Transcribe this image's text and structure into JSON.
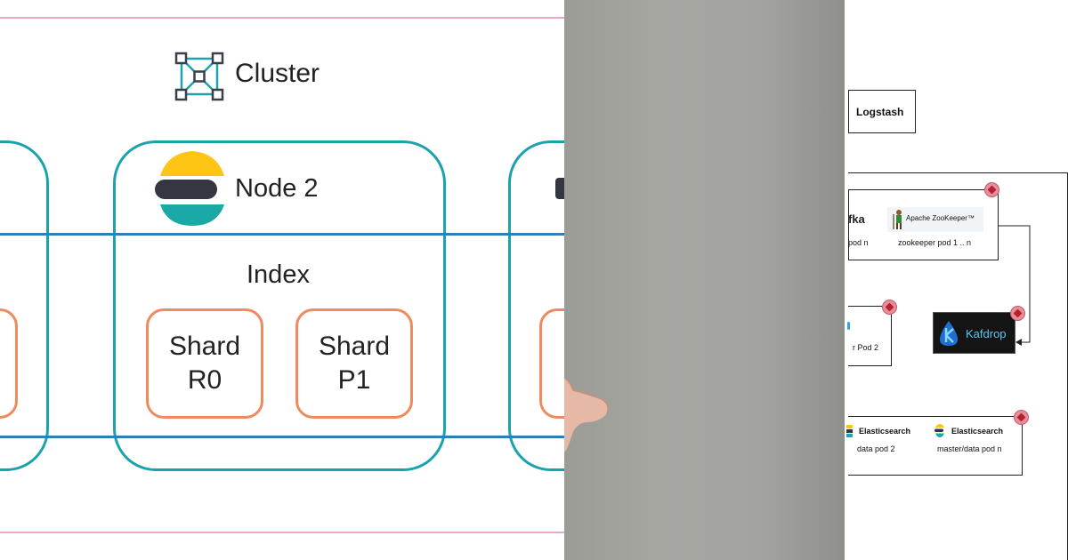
{
  "left_diagram": {
    "cluster_label": "Cluster",
    "node_label": "Node 2",
    "index_label": "Index",
    "shards": [
      {
        "line1": "Shard",
        "line2": "R0"
      },
      {
        "line1": "Shard",
        "line2": "P1"
      }
    ],
    "colors": {
      "node_border": "#1aa3ad",
      "shard_border": "#ee8a5e",
      "index_line": "#2c7fb8",
      "cluster_line": "#f0a7c6"
    }
  },
  "right_diagram": {
    "logstash_label": "Logstash",
    "kafka_partial": "fka",
    "kafka_pod_partial": "pod n",
    "zookeeper_logo_text": "Apache ZooKeeper™",
    "zookeeper_pod": "zookeeper pod 1 .. n",
    "connector_pod_partial": "r Pod 2",
    "kafdrop_label": "Kafdrop",
    "es_items": [
      {
        "name": "Elasticsearch",
        "pod": "data pod 2"
      },
      {
        "name": "Elasticsearch",
        "pod": "master/data pod n"
      }
    ]
  }
}
